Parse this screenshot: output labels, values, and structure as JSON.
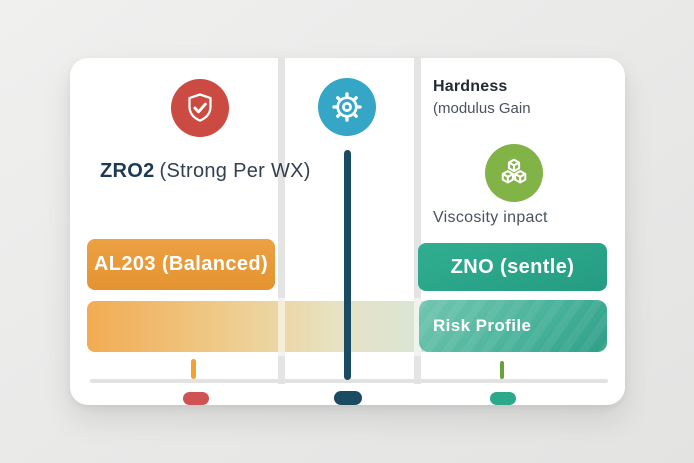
{
  "palette": {
    "background": "#eaeae9",
    "card": "#ffffff",
    "divider": "#e4e4e4",
    "red": "#cb4a42",
    "blue": "#35a6c6",
    "green": "#82b347",
    "orange": "#e69733",
    "teal": "#2aa78c",
    "navy": "#1b4a63"
  },
  "left_column": {
    "icon": "shield-check-icon",
    "icon_color": "#cb4a42",
    "title_strong": "ZRO2",
    "title_rest": "(Strong Per WX)",
    "bar_label": "AL203 (Balanced)",
    "bar_color": "#e69733"
  },
  "middle_column": {
    "icon": "gear-icon",
    "icon_color": "#35a6c6",
    "line_color": "#1b4a63"
  },
  "right_column": {
    "heading_line1": "Hardness",
    "heading_line2": "(modulus Gain",
    "icon": "cubes-icon",
    "icon_color": "#82b347",
    "subtitle": "Viscosity inpact",
    "bar_label": "ZNO (sentle)",
    "bar_color": "#2aa78c",
    "risk_bar_label": "Risk Profile",
    "risk_bar_color": "#3faa92"
  },
  "timeline": {
    "markers": [
      {
        "name": "left",
        "tick_color": "#f2a233",
        "dot_color": "#d15252"
      },
      {
        "name": "center",
        "tick_color": "#1b4a63",
        "dot_color": "#1b4a63"
      },
      {
        "name": "right",
        "tick_color": "#68a23e",
        "dot_color": "#2ca98b"
      }
    ]
  }
}
